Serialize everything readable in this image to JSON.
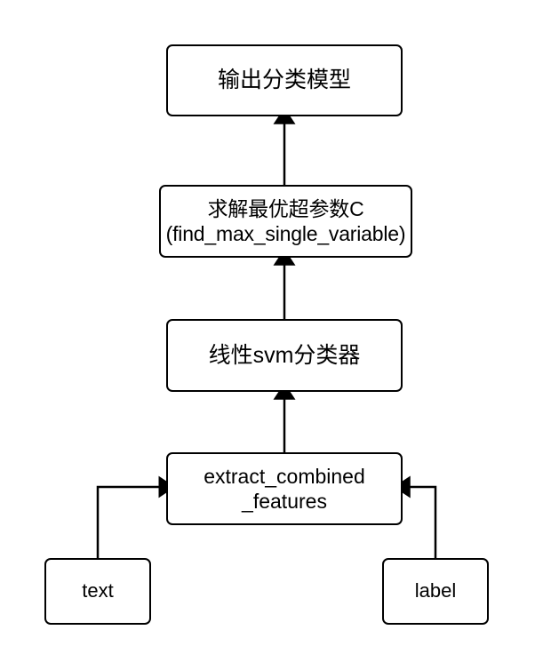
{
  "diagram": {
    "type": "flowchart",
    "direction": "bottom-to-top",
    "background_color": "#ffffff",
    "stroke_color": "#000000",
    "node_fill_color": "#ffffff",
    "nodes": [
      {
        "id": "output-model",
        "label": "输出分类模型",
        "shape": "rounded-rectangle"
      },
      {
        "id": "find-c",
        "label": "求解最优超参数C\n(find_max_single_variable)",
        "line1": "求解最优超参数C",
        "line2": "(find_max_single_variable)",
        "shape": "rounded-rectangle"
      },
      {
        "id": "linear-svm",
        "label": "线性svm分类器",
        "shape": "rounded-rectangle"
      },
      {
        "id": "extract-features",
        "label": "extract_combined\n_features",
        "line1": "extract_combined",
        "line2": "_features",
        "shape": "rounded-rectangle"
      },
      {
        "id": "text",
        "label": "text",
        "shape": "rounded-rectangle"
      },
      {
        "id": "label",
        "label": "label",
        "shape": "rounded-rectangle"
      }
    ],
    "edges": [
      {
        "id": "edge-find-c-to-output-model",
        "from": "find-c",
        "to": "output-model",
        "style": "straight-arrow",
        "direction": "up"
      },
      {
        "id": "edge-linear-svm-to-find-c",
        "from": "linear-svm",
        "to": "find-c",
        "style": "straight-arrow",
        "direction": "up"
      },
      {
        "id": "edge-extract-features-to-linear-svm",
        "from": "extract-features",
        "to": "linear-svm",
        "style": "straight-arrow",
        "direction": "up"
      },
      {
        "id": "edge-text-to-extract-features",
        "from": "text",
        "to": "extract-features",
        "style": "elbow-arrow",
        "direction": "right"
      },
      {
        "id": "edge-label-to-extract-features",
        "from": "label",
        "to": "extract-features",
        "style": "elbow-arrow",
        "direction": "left"
      }
    ]
  }
}
